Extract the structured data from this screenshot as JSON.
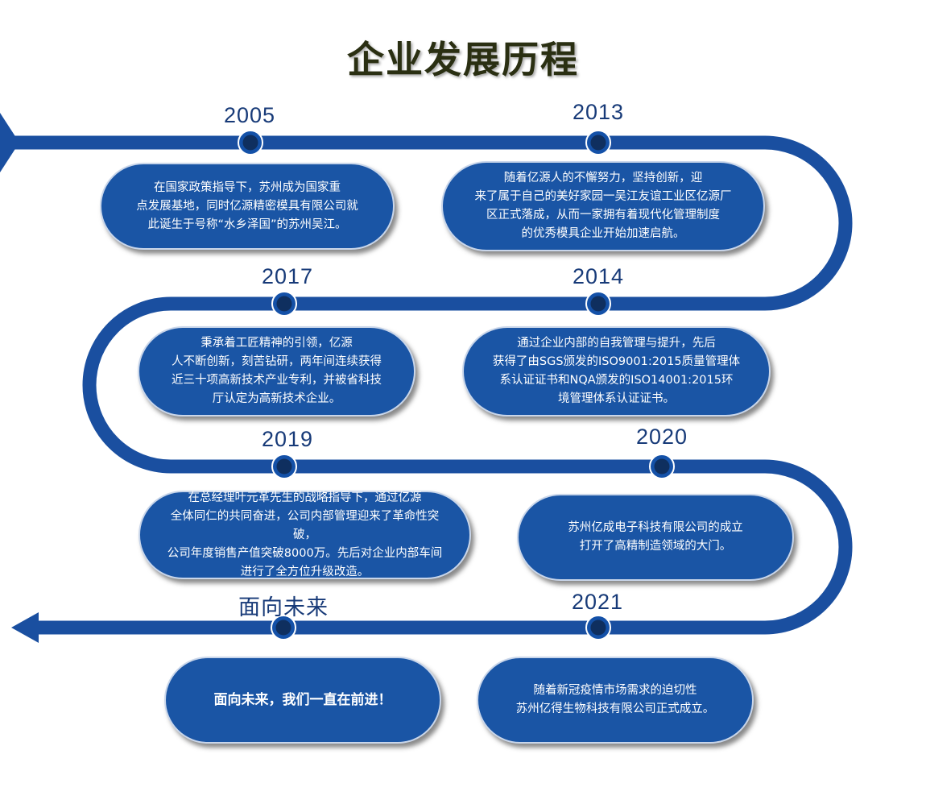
{
  "title": "企业发展历程",
  "colors": {
    "track": "#1a4fa0",
    "bubble": "#1a55a5",
    "dot": "#1451a8",
    "dot_inner": "#0f2f5f",
    "year_text": "#173a78"
  },
  "milestones": [
    {
      "year": "2005",
      "lines": [
        "在国家政策指导下，苏州成为国家重",
        "点发展基地，同时亿源精密模具有限公司就",
        "此诞生于号称“水乡泽国”的苏州吴江。"
      ]
    },
    {
      "year": "2013",
      "lines": [
        "随着亿源人的不懈努力，坚持创新，迎",
        "来了属于自己的美好家园一吴江友谊工业区亿源厂",
        "区正式落成，从而一家拥有着现代化管理制度",
        "的优秀模具企业开始加速启航。"
      ]
    },
    {
      "year": "2017",
      "lines": [
        "秉承着工匠精神的引领，亿源",
        "人不断创新，刻苦钻研，两年间连续获得",
        "近三十项高新技术产业专利，并被省科技",
        "厅认定为高新技术企业。"
      ]
    },
    {
      "year": "2014",
      "lines": [
        "通过企业内部的自我管理与提升，先后",
        "获得了由SGS颁发的ISO9001:2015质量管理体",
        "系认证证书和NQA颁发的ISO14001:2015环",
        "境管理体系认证证书。"
      ]
    },
    {
      "year": "2019",
      "lines": [
        "在总经理叶元革先生的战略指导下，通过亿源",
        "全体同仁的共同奋进，公司内部管理迎来了革命性突破，",
        "公司年度销售产值突破8000万。先后对企业内部车间",
        "进行了全方位升级改造。"
      ]
    },
    {
      "year": "2020",
      "lines": [
        "苏州亿成电子科技有限公司的成立",
        "打开了高精制造领域的大门。"
      ]
    },
    {
      "year": "面向未来",
      "lines": [
        "面向未来，我们一直在前进！"
      ]
    },
    {
      "year": "2021",
      "lines": [
        "随着新冠疫情市场需求的迫切性",
        "苏州亿得生物科技有限公司正式成立。"
      ]
    }
  ]
}
